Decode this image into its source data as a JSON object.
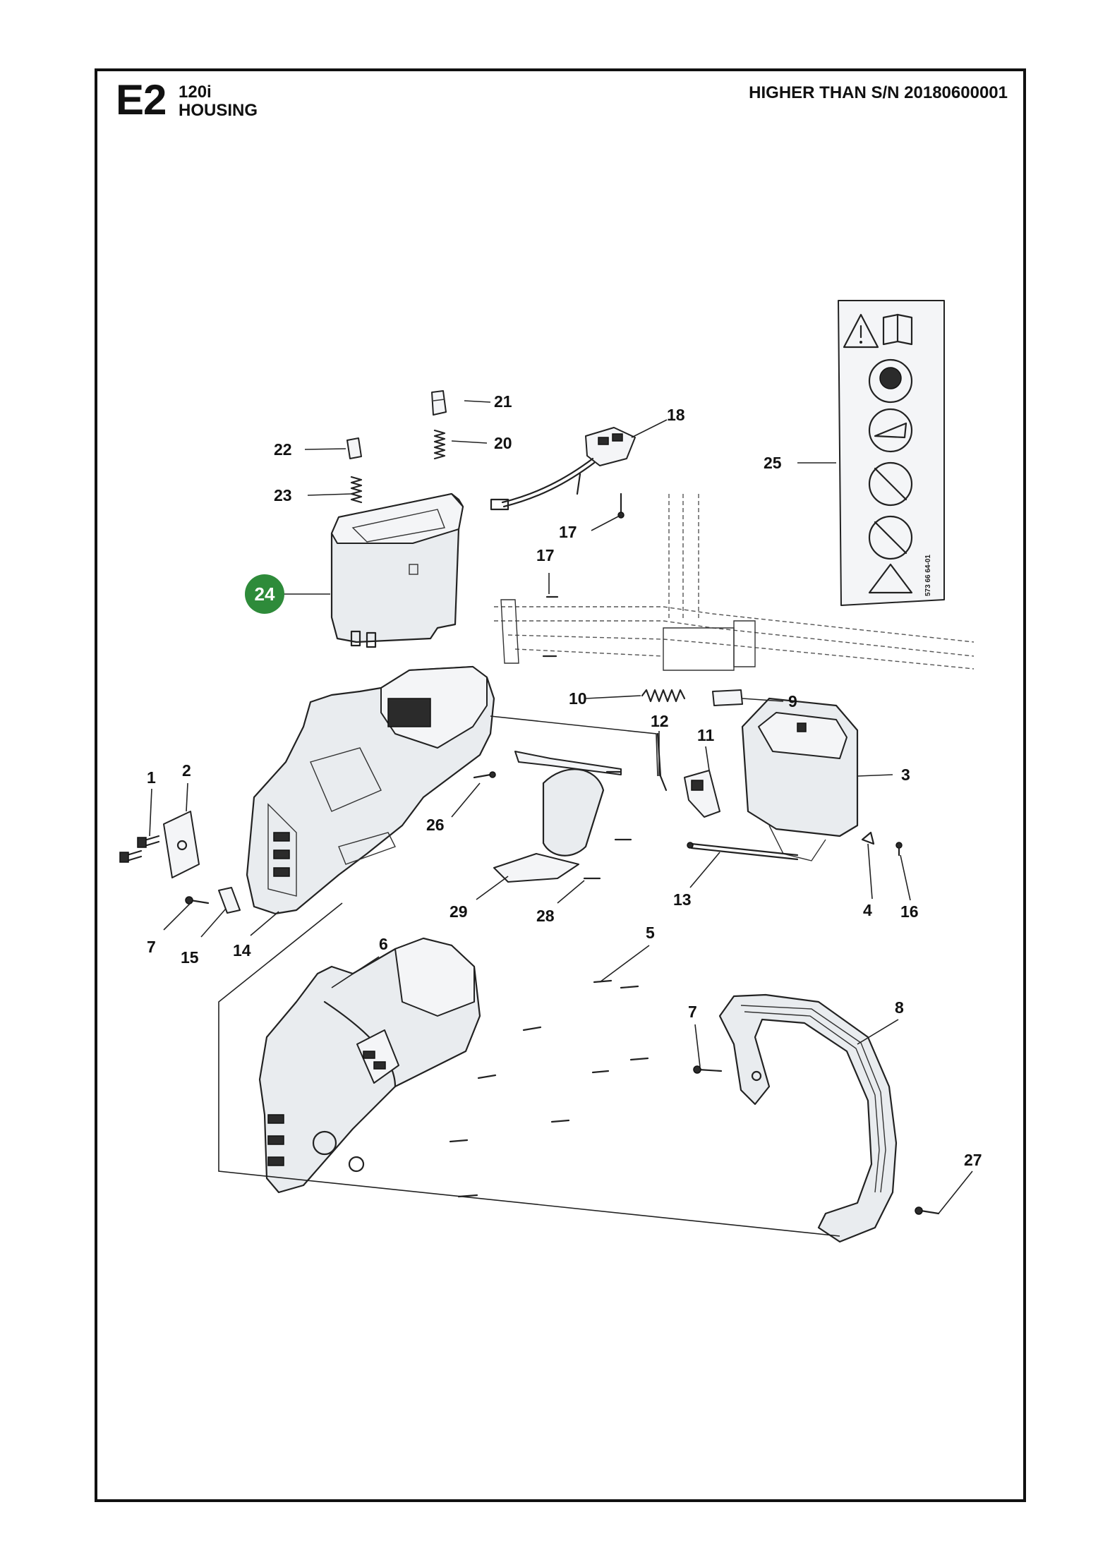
{
  "header": {
    "section_code": "E2",
    "model": "120i",
    "title": "HOUSING",
    "serial_note": "HIGHER THAN S/N 20180600001"
  },
  "highlight_color": "#2e8b3a",
  "decal_code": "573 66 64-01",
  "callouts": [
    {
      "id": "c1",
      "label": "1"
    },
    {
      "id": "c2",
      "label": "2"
    },
    {
      "id": "c3",
      "label": "3"
    },
    {
      "id": "c4",
      "label": "4"
    },
    {
      "id": "c5",
      "label": "5"
    },
    {
      "id": "c6",
      "label": "6"
    },
    {
      "id": "c7a",
      "label": "7"
    },
    {
      "id": "c7b",
      "label": "7"
    },
    {
      "id": "c8",
      "label": "8"
    },
    {
      "id": "c9",
      "label": "9"
    },
    {
      "id": "c10",
      "label": "10"
    },
    {
      "id": "c11",
      "label": "11"
    },
    {
      "id": "c12",
      "label": "12"
    },
    {
      "id": "c13",
      "label": "13"
    },
    {
      "id": "c14",
      "label": "14"
    },
    {
      "id": "c15",
      "label": "15"
    },
    {
      "id": "c16",
      "label": "16"
    },
    {
      "id": "c17a",
      "label": "17"
    },
    {
      "id": "c17b",
      "label": "17"
    },
    {
      "id": "c18",
      "label": "18"
    },
    {
      "id": "c20",
      "label": "20"
    },
    {
      "id": "c21",
      "label": "21"
    },
    {
      "id": "c22",
      "label": "22"
    },
    {
      "id": "c23",
      "label": "23"
    },
    {
      "id": "c24",
      "label": "24",
      "highlighted": true
    },
    {
      "id": "c25",
      "label": "25"
    },
    {
      "id": "c26",
      "label": "26"
    },
    {
      "id": "c27",
      "label": "27"
    },
    {
      "id": "c28",
      "label": "28"
    },
    {
      "id": "c29",
      "label": "29"
    }
  ]
}
